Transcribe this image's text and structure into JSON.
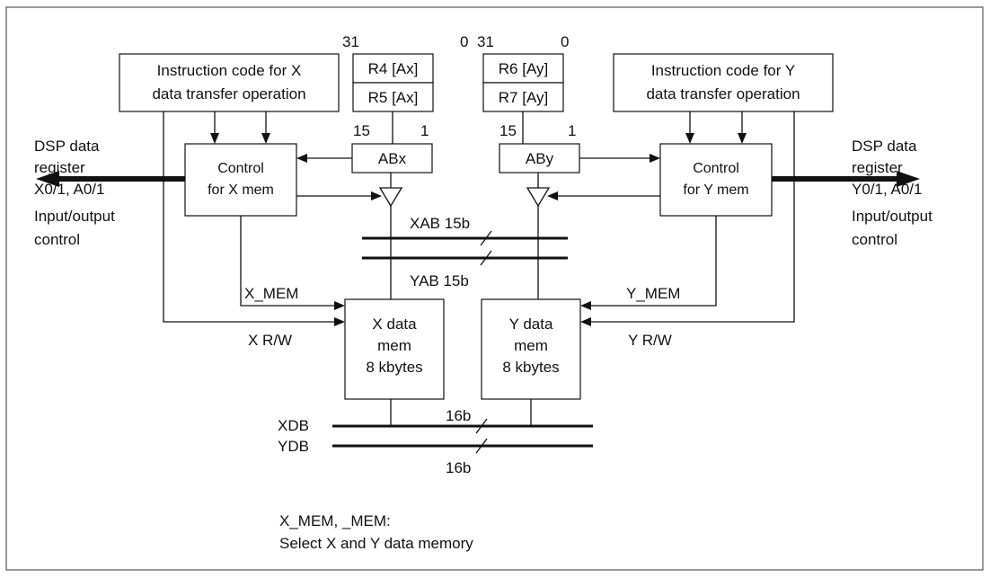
{
  "blocks": {
    "instr_x": [
      "Instruction code for X",
      "data transfer operation"
    ],
    "instr_y": [
      "Instruction code for Y",
      "data transfer operation"
    ],
    "reg_r4": "R4 [Ax]",
    "reg_r5": "R5 [Ax]",
    "reg_r6": "R6 [Ay]",
    "reg_r7": "R7 [Ay]",
    "abx": "ABx",
    "aby": "ABy",
    "control_x": [
      "Control",
      "for X mem"
    ],
    "control_y": [
      "Control",
      "for Y mem"
    ],
    "xmem": [
      "X data",
      "mem",
      "8 kbytes"
    ],
    "ymem": [
      "Y data",
      "mem",
      "8 kbytes"
    ]
  },
  "bit_labels": {
    "x_reg_msb": "31",
    "x_reg_lsb": "0",
    "y_reg_msb": "31",
    "y_reg_lsb": "0",
    "abx_msb": "15",
    "abx_lsb": "1",
    "aby_msb": "15",
    "aby_lsb": "1"
  },
  "side_labels": {
    "left": [
      "DSP data",
      "register",
      "X0/1, A0/1",
      "Input/output",
      "control"
    ],
    "right": [
      "DSP data",
      "register",
      "Y0/1, A0/1",
      "Input/output",
      "control"
    ]
  },
  "buses": {
    "xab": "XAB 15b",
    "yab": "YAB 15b",
    "xdb": "XDB",
    "ydb": "YDB",
    "xdb_width": "16b",
    "ydb_width": "16b"
  },
  "signals": {
    "x_mem": "X_MEM",
    "x_rw": "X R/W",
    "y_mem": "Y_MEM",
    "y_rw": "Y R/W"
  },
  "note": [
    "X_MEM, _MEM:",
    "Select X and Y data memory"
  ]
}
